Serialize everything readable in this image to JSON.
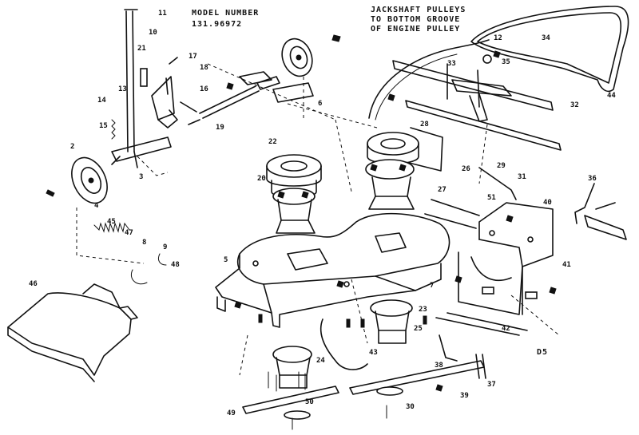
{
  "header": {
    "model_label": "MODEL NUMBER",
    "model_number": "131.96972",
    "note_line1": "JACKSHAFT PULLEYS",
    "note_line2": "TO BOTTOM GROOVE",
    "note_line3": "OF ENGINE PULLEY",
    "diagram_code": "D5"
  },
  "callouts": [
    "11",
    "10",
    "21",
    "17",
    "18",
    "16",
    "13",
    "14",
    "15",
    "2",
    "3",
    "4",
    "5",
    "6",
    "7",
    "8",
    "9",
    "19",
    "12",
    "34",
    "35",
    "33",
    "32",
    "44",
    "22",
    "20",
    "23",
    "28",
    "29",
    "25",
    "26",
    "27",
    "31",
    "36",
    "38",
    "39",
    "40",
    "41",
    "42",
    "43",
    "45",
    "46",
    "47",
    "48",
    "49",
    "24",
    "30",
    "37",
    "50",
    "51"
  ]
}
